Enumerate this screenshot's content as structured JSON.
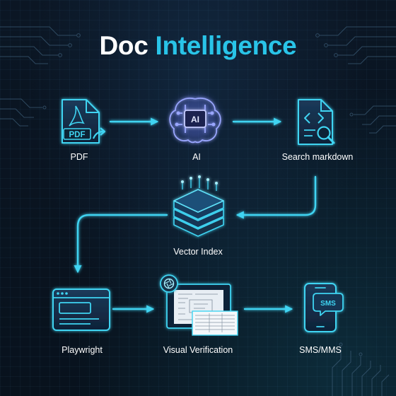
{
  "title": {
    "part1": "Doc",
    "part2": "Intelligence"
  },
  "colors": {
    "accent": "#29c4e8",
    "background": "#0a1420",
    "text": "#ffffff",
    "ai_glow": "#7a86ff"
  },
  "nodes": {
    "pdf": {
      "label": "PDF",
      "icon": "pdf-file-icon",
      "badge": "PDF"
    },
    "ai": {
      "label": "AI",
      "icon": "ai-brain-icon",
      "badge": "AI"
    },
    "search": {
      "label": "Search markdown",
      "icon": "code-file-search-icon"
    },
    "vector": {
      "label": "Vector Index",
      "icon": "vector-database-icon"
    },
    "playwright": {
      "label": "Playwright",
      "icon": "browser-window-icon"
    },
    "visual": {
      "label": "Visual Verification",
      "icon": "document-camera-icon"
    },
    "sms": {
      "label": "SMS/MMS",
      "icon": "phone-sms-icon",
      "badge": "SMS"
    }
  },
  "edges": [
    {
      "from": "pdf",
      "to": "ai"
    },
    {
      "from": "ai",
      "to": "search"
    },
    {
      "from": "search",
      "to": "vector"
    },
    {
      "from": "vector",
      "to": "playwright"
    },
    {
      "from": "playwright",
      "to": "visual"
    },
    {
      "from": "visual",
      "to": "sms"
    }
  ]
}
